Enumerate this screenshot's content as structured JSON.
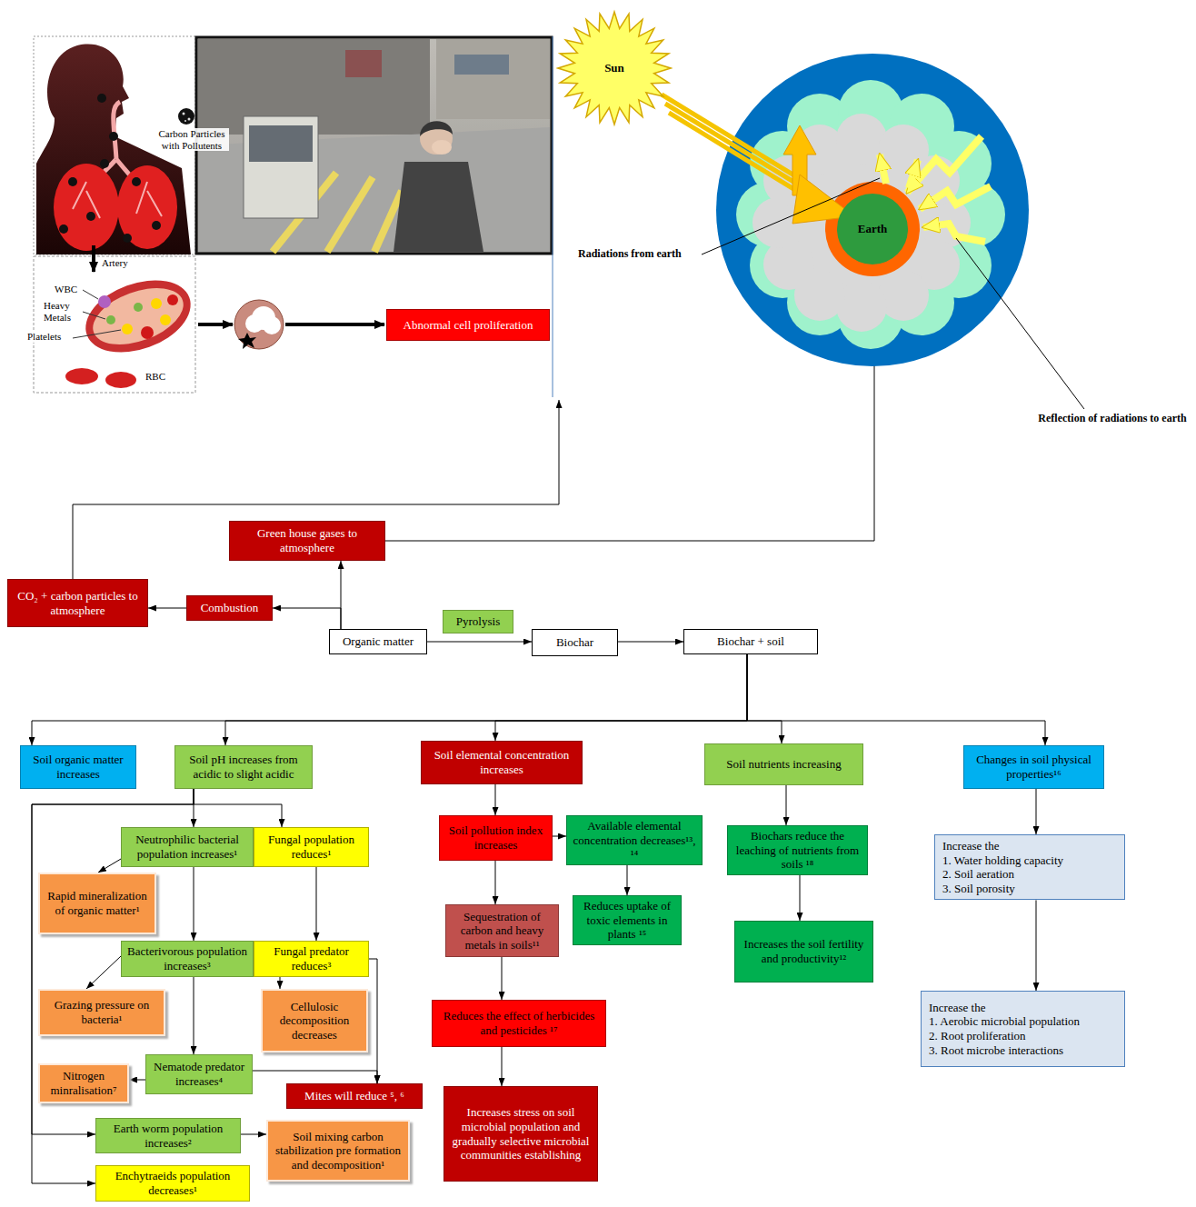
{
  "diagram": {
    "nodes": [
      {
        "text": [
          "Sun"
        ]
      },
      {
        "text": [
          "Earth"
        ]
      },
      {
        "text": [
          "Abnormal cell proliferation"
        ]
      },
      {
        "text": [
          "Green house gases to atmosphere"
        ]
      },
      {
        "text": [
          "CO₂ + carbon particles to atmosphere"
        ]
      },
      {
        "text": [
          "Combustion"
        ]
      },
      {
        "text": [
          "Pyrolysis"
        ]
      },
      {
        "text": [
          "Organic matter"
        ]
      },
      {
        "text": [
          "Biochar"
        ]
      },
      {
        "text": [
          "Biochar + soil"
        ]
      },
      {
        "text": [
          "Soil organic matter increases"
        ]
      },
      {
        "text": [
          "Soil pH increases from acidic to slight acidic"
        ]
      },
      {
        "text": [
          "Soil elemental concentration increases"
        ]
      },
      {
        "text": [
          "Soil nutrients increasing"
        ]
      },
      {
        "text": [
          "Changes in soil physical properties¹⁶"
        ]
      },
      {
        "text": [
          "Neutrophilic bacterial population increases¹"
        ]
      },
      {
        "text": [
          "Fungal population reduces¹"
        ]
      },
      {
        "text": [
          "Soil pollution index increases"
        ]
      },
      {
        "text": [
          "Available elemental concentration decreases¹³, ¹⁴"
        ]
      },
      {
        "text": [
          "Biochars reduce the leaching of nutrients from soils ¹⁸"
        ]
      },
      {
        "text": [
          "Increase the",
          "1. Water holding capacity",
          "2. Soil aeration",
          "3. Soil porosity"
        ]
      },
      {
        "text": [
          "Rapid mineralization of organic matter¹"
        ]
      },
      {
        "text": [
          "Bacterivorous population increases³"
        ]
      },
      {
        "text": [
          "Fungal predator reduces³"
        ]
      },
      {
        "text": [
          "Sequestration of carbon and heavy metals in soils¹¹"
        ]
      },
      {
        "text": [
          "Reduces uptake of toxic elements in plants ¹⁵"
        ]
      },
      {
        "text": [
          "Increases the soil fertility and productivity¹²"
        ]
      },
      {
        "text": [
          "Grazing pressure on bacteria¹"
        ]
      },
      {
        "text": [
          "Cellulosic decomposition decreases"
        ]
      },
      {
        "text": [
          "Reduces the effect of herbicides and pesticides ¹⁷"
        ]
      },
      {
        "text": [
          "Increase the",
          "1. Aerobic microbial population",
          "2. Root proliferation",
          "3. Root microbe interactions"
        ]
      },
      {
        "text": [
          "Nitrogen minralisation⁷"
        ]
      },
      {
        "text": [
          "Nematode predator increases⁴"
        ]
      },
      {
        "text": [
          "Mites will reduce ⁵, ⁶"
        ]
      },
      {
        "text": [
          "Increases stress on soil microbial population and gradually selective microbial communities establishing"
        ]
      },
      {
        "text": [
          "Earth worm population increases²"
        ]
      },
      {
        "text": [
          "Soil mixing carbon stabilization pre formation and decomposition¹"
        ]
      },
      {
        "text": [
          "Enchytraeids population decreases¹"
        ]
      }
    ],
    "edges": [
      {
        "from": 7,
        "to": 5,
        "arrow": "to"
      },
      {
        "from": 7,
        "to": 3,
        "arrow": "to"
      },
      {
        "from": 5,
        "to": 4,
        "arrow": "to"
      },
      {
        "from": 7,
        "to": 8,
        "arrow": "to"
      },
      {
        "from": 8,
        "to": 9,
        "arrow": "to"
      },
      {
        "from": 9,
        "to": 10,
        "arrow": "to"
      },
      {
        "from": 9,
        "to": 11,
        "arrow": "to"
      },
      {
        "from": 9,
        "to": 12,
        "arrow": "to"
      },
      {
        "from": 9,
        "to": 13,
        "arrow": "to"
      },
      {
        "from": 9,
        "to": 14,
        "arrow": "to"
      },
      {
        "from": 11,
        "to": 15,
        "arrow": "to"
      },
      {
        "from": 11,
        "to": 16,
        "arrow": "to"
      },
      {
        "from": 11,
        "to": 35,
        "arrow": "to"
      },
      {
        "from": 11,
        "to": 37,
        "arrow": "to"
      },
      {
        "from": 15,
        "to": 21,
        "arrow": "to"
      },
      {
        "from": 15,
        "to": 22,
        "arrow": "to"
      },
      {
        "from": 16,
        "to": 23,
        "arrow": "to"
      },
      {
        "from": 22,
        "to": 27,
        "arrow": "to"
      },
      {
        "from": 22,
        "to": 32,
        "arrow": "to"
      },
      {
        "from": 23,
        "to": 28,
        "arrow": "to"
      },
      {
        "from": 23,
        "to": 33,
        "arrow": "to"
      },
      {
        "from": 32,
        "to": 33,
        "arrow": "to"
      },
      {
        "from": 32,
        "to": 31,
        "arrow": "to"
      },
      {
        "from": 35,
        "to": 36,
        "arrow": "to"
      },
      {
        "from": 12,
        "to": 17,
        "arrow": "to"
      },
      {
        "from": 17,
        "to": 18,
        "arrow": "to"
      },
      {
        "from": 17,
        "to": 24,
        "arrow": "to"
      },
      {
        "from": 18,
        "to": 25,
        "arrow": "to"
      },
      {
        "from": 24,
        "to": 29,
        "arrow": "to"
      },
      {
        "from": 29,
        "to": 34,
        "arrow": "to"
      },
      {
        "from": 13,
        "to": 19,
        "arrow": "to"
      },
      {
        "from": 19,
        "to": 26,
        "arrow": "to"
      },
      {
        "from": 14,
        "to": 20,
        "arrow": "to"
      },
      {
        "from": 20,
        "to": 30,
        "arrow": "to"
      }
    ],
    "labels": [
      "Carbon Particles with Pollutents",
      "Artery",
      "WBC",
      "Heavy Metals",
      "Platelets",
      "RBC",
      "Radiations from earth",
      "Reflection of radiations to earth"
    ]
  }
}
